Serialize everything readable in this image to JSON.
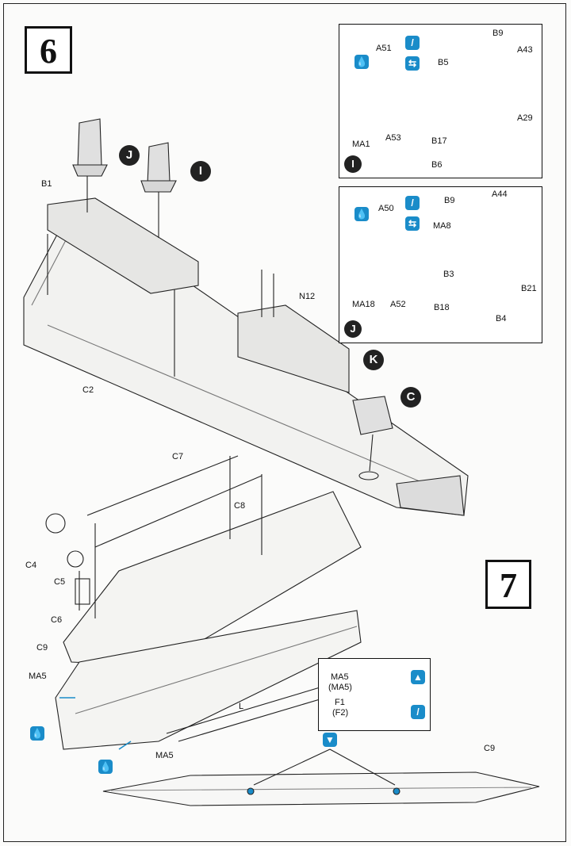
{
  "steps": {
    "step6": "6",
    "step7": "7"
  },
  "callouts": {
    "J": "J",
    "I": "I",
    "K": "K",
    "C": "C"
  },
  "inset_I": {
    "badge": "I",
    "labels": {
      "A51": "A51",
      "A53": "A53",
      "MA1": "MA1",
      "B9": "B9",
      "A43": "A43",
      "B5": "B5",
      "A29": "A29",
      "B17": "B17",
      "B6": "B6"
    }
  },
  "inset_J": {
    "badge": "J",
    "labels": {
      "A50": "A50",
      "A52": "A52",
      "MA18": "MA18",
      "B9": "B9",
      "A44": "A44",
      "MA8": "MA8",
      "B3": "B3",
      "B21": "B21",
      "B18": "B18",
      "B4": "B4"
    }
  },
  "inset_7": {
    "labels": {
      "ma5": "MA5",
      "ma5_alt": "(MA5)",
      "f1": "F1",
      "f2": "(F2)"
    }
  },
  "parts": {
    "B1": "B1",
    "C2": "C2",
    "N12": "N12",
    "C7": "C7",
    "C8": "C8",
    "C4": "C4",
    "C5": "C5",
    "C6": "C6",
    "C9a": "C9",
    "MA5a": "MA5",
    "L": "L",
    "MA5b": "MA5",
    "C9b": "C9"
  },
  "icons": {
    "water_drop": "water-drop-icon",
    "glue": "glue-icon",
    "rotate": "rotate-icon",
    "arrow_up": "arrow-up-icon",
    "arrow_down": "arrow-down-icon"
  },
  "colors": {
    "accent": "#1a8cc9",
    "ink": "#111111",
    "callout": "#222222"
  }
}
